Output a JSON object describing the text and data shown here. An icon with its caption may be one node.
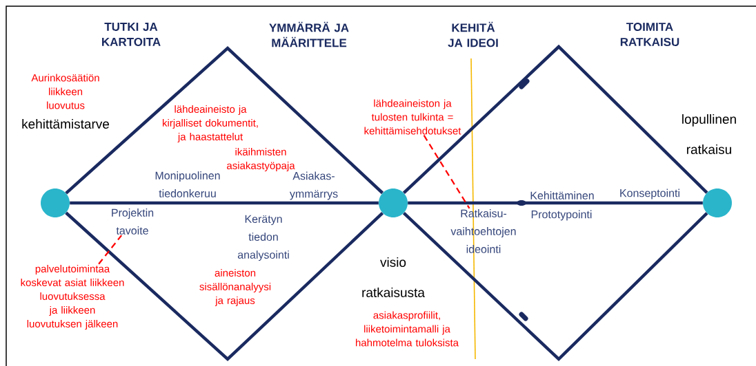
{
  "diagram": {
    "nodes": [
      {
        "text": [],
        "shape": "circle"
      },
      {
        "text": [],
        "shape": "circle"
      },
      {
        "text": [],
        "shape": "circle"
      },
      {
        "text": [
          "palvelutoimintaa koskevat asiat liikkeen luovutuksessa ja liikkeen luovutuksen jälkeen"
        ]
      },
      {
        "text": [
          "Projektin tavoite"
        ]
      },
      {
        "text": [
          "lähdeaineiston ja tulosten tulkinta = kehittämisehdotukset"
        ]
      },
      {
        "text": [
          "Ratkaisu-vaihtoehtojen ideointi"
        ]
      }
    ],
    "edges": [
      {
        "from": 0,
        "to": 1,
        "arrow": "none"
      },
      {
        "from": 0,
        "to": 1,
        "arrow": "none"
      },
      {
        "from": 0,
        "to": 1,
        "arrow": "none"
      },
      {
        "from": 1,
        "to": 2,
        "arrow": "none"
      },
      {
        "from": 1,
        "to": 2,
        "arrow": "none"
      },
      {
        "from": 1,
        "to": 2,
        "arrow": "none"
      },
      {
        "from": 3,
        "to": 4,
        "arrow": "none",
        "style": "dashed",
        "color": "#ff0000"
      },
      {
        "from": 5,
        "to": 6,
        "arrow": "none",
        "style": "dashed",
        "color": "#ff0000"
      }
    ],
    "labels": [
      "TUTKI JA KARTOITA",
      "YMMÄRRÄ JA MÄÄRITTELE",
      "KEHITÄ JA IDEOI",
      "TOIMITA RATKAISU",
      "Aurinkosäätiön liikkeen luovutus",
      "kehittämistarve",
      "lähdeaineisto ja kirjalliset dokumentit, ja haastattelut",
      "ikäihmisten asiakastyöpaja",
      "Monipuolinen tiedonkeruu",
      "Asiakas-ymmärrys",
      "Kerätyn tiedon analysointi",
      "aineiston sisällönanalyysi ja rajaus",
      "visio ratkaisusta",
      "asiakasprofiilit, liiketoimintamalli ja hahmotelma tuloksista",
      "Kehittäminen",
      "Konseptointi",
      "Prototypointi",
      "lopullinen ratkaisu"
    ]
  }
}
